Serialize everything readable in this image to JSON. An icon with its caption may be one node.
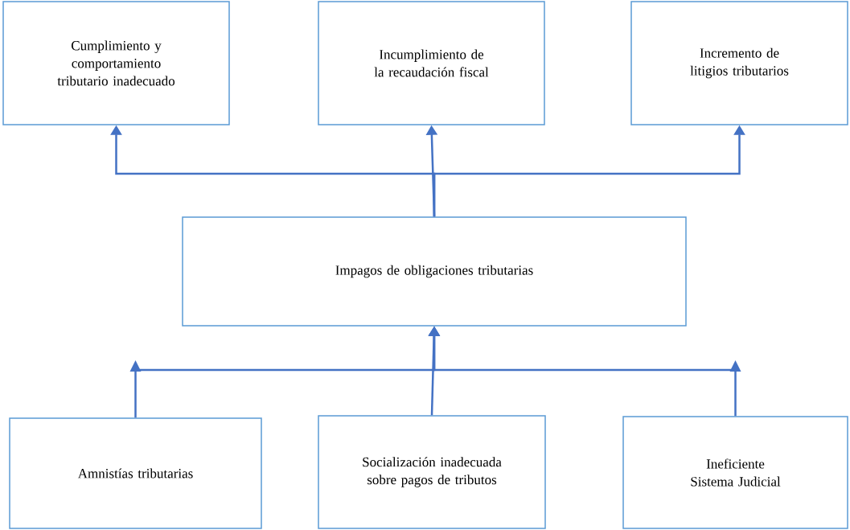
{
  "diagram": {
    "nodes": [
      {
        "text": [
          "Cumplimiento y comportamiento tributario inadecuado"
        ]
      },
      {
        "text": [
          "Incumplimiento de la recaudación fiscal"
        ]
      },
      {
        "text": [
          "Incremento de litigios tributarios"
        ]
      },
      {
        "text": [
          "Impagos de obligaciones tributarias"
        ]
      },
      {
        "text": [
          "Amnistías tributarias"
        ]
      },
      {
        "text": [
          "Socialización inadecuada sobre pagos de tributos"
        ]
      },
      {
        "text": [
          "Ineficiente Sistema Judicial"
        ]
      }
    ],
    "edges": [
      {
        "from": 3,
        "to": 0,
        "arrow": "to"
      },
      {
        "from": 3,
        "to": 1,
        "arrow": "to"
      },
      {
        "from": 3,
        "to": 2,
        "arrow": "to"
      },
      {
        "from": 4,
        "to": 3,
        "arrow": "to"
      },
      {
        "from": 5,
        "to": 3,
        "arrow": "to"
      },
      {
        "from": 6,
        "to": 3,
        "arrow": "to"
      }
    ]
  }
}
